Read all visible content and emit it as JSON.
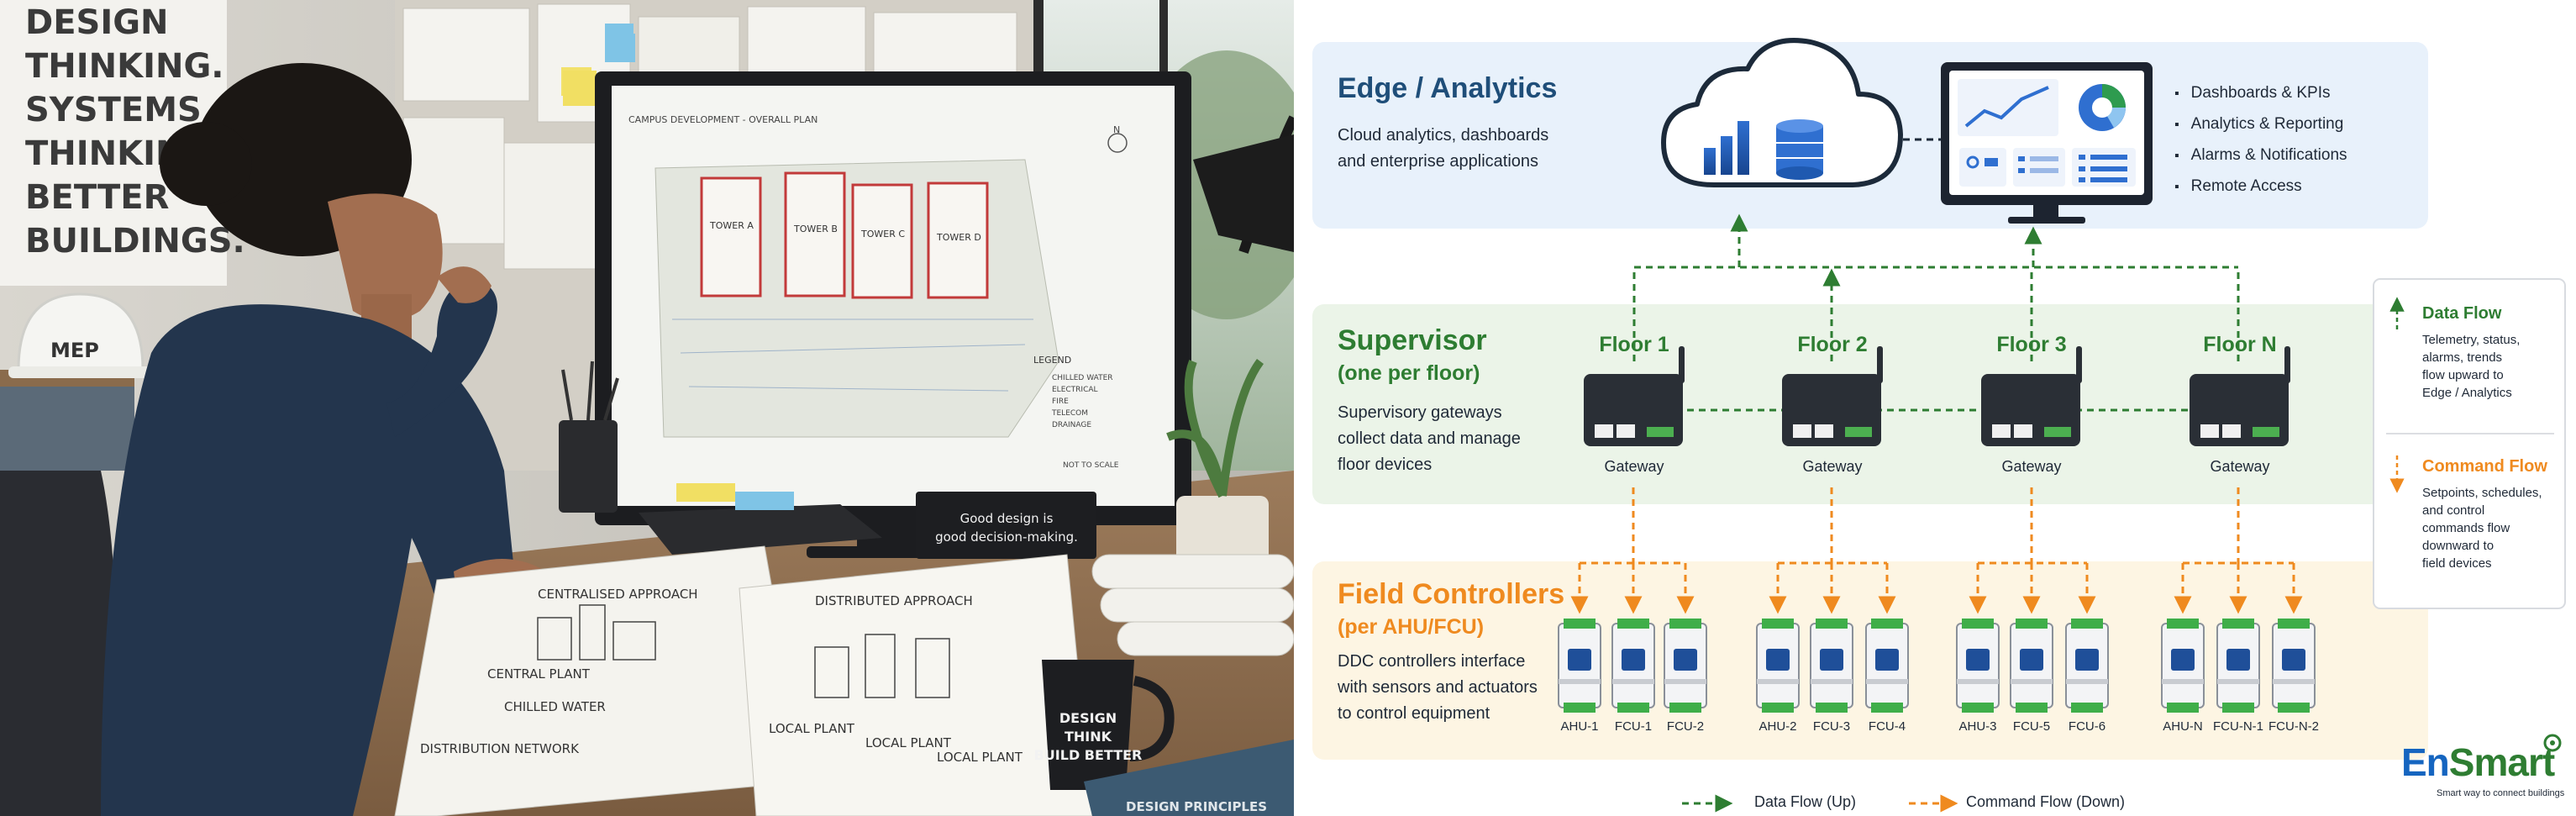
{
  "photo": {
    "wall_poster": [
      "DESIGN",
      "THINKING.",
      "SYSTEMS",
      "THINKING.",
      "BETTER",
      "BUILDINGS."
    ],
    "helmet_label": "MEP",
    "monitor_plan_title": "CAMPUS DEVELOPMENT - OVERALL PLAN",
    "towers": [
      "TOWER A",
      "TOWER B",
      "TOWER C",
      "TOWER D"
    ],
    "north_marker": "N",
    "plan_legend_title": "LEGEND",
    "plan_legend_items": [
      "CHILLED WATER",
      "ELECTRICAL",
      "FIRE",
      "TELECOM",
      "DRAINAGE"
    ],
    "not_to_scale": "NOT TO SCALE",
    "desk_sign": [
      "Good design is",
      "good decision-making."
    ],
    "sketch_left_title": "CENTRALISED APPROACH",
    "sketch_left_labels": [
      "CENTRAL PLANT",
      "CHILLED WATER",
      "DISTRIBUTION NETWORK"
    ],
    "sketch_right_title": "DISTRIBUTED APPROACH",
    "sketch_right_labels": [
      "LOCAL PLANT",
      "LOCAL PLANT",
      "LOCAL PLANT"
    ],
    "mug_text": [
      "DESIGN",
      "THINK",
      "BUILD BETTER"
    ],
    "book_text": "DESIGN PRINCIPLES"
  },
  "edge": {
    "title": "Edge / Analytics",
    "description": "Cloud analytics, dashboards\nand enterprise applications",
    "features": [
      "Dashboards & KPIs",
      "Analytics & Reporting",
      "Alarms & Notifications",
      "Remote Access"
    ]
  },
  "supervisor": {
    "title": "Supervisor",
    "subtitle": "(one per floor)",
    "description": "Supervisory gateways\ncollect data and manage\nfloor devices",
    "floors": [
      "Floor 1",
      "Floor 2",
      "Floor 3",
      "Floor N"
    ],
    "gateway_label": "Gateway"
  },
  "field": {
    "title": "Field Controllers",
    "subtitle": "(per AHU/FCU)",
    "description": "DDC controllers interface\nwith sensors and actuators\nto control equipment",
    "groups": [
      [
        "AHU-1",
        "FCU-1",
        "FCU-2"
      ],
      [
        "AHU-2",
        "FCU-3",
        "FCU-4"
      ],
      [
        "AHU-3",
        "FCU-5",
        "FCU-6"
      ],
      [
        "AHU-N",
        "FCU-N-1",
        "FCU-N-2"
      ]
    ]
  },
  "side_legend": {
    "data_flow_title": "Data Flow",
    "data_flow_desc": "Telemetry, status,\nalarms, trends\nflow upward to\nEdge / Analytics",
    "command_flow_title": "Command Flow",
    "command_flow_desc": "Setpoints, schedules,\nand control\ncommands flow\ndownward to\nfield devices"
  },
  "bottom_legend": {
    "data_flow": "Data Flow (Up)",
    "command_flow": "Command Flow (Down)"
  },
  "brand": {
    "name_part1": "En",
    "name_part2": "Smart",
    "tagline": "Smart way to connect buildings"
  },
  "colors": {
    "data_flow": "#2e7d32",
    "command_flow": "#ef8a1f",
    "edge_bg": "#e8f1fb",
    "supervisor_bg": "#ebf4e8",
    "field_bg": "#fdf5e3",
    "edge_title": "#1f4e79",
    "supervisor_title": "#2e7d32",
    "field_title": "#ef8a1f"
  }
}
